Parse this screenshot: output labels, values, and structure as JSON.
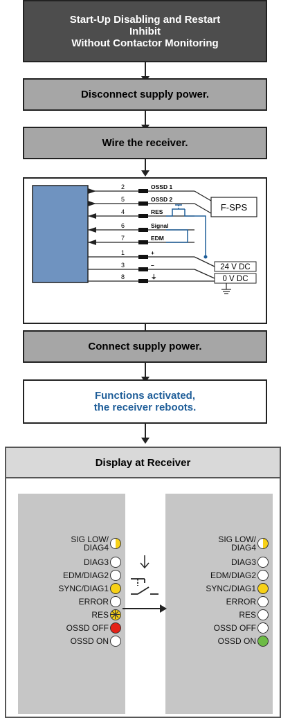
{
  "flow": {
    "title_lines": [
      "Start-Up Disabling and Restart",
      "Inhibit",
      "Without Contactor Monitoring"
    ],
    "step1": "Disconnect supply power.",
    "step2": "Wire the receiver.",
    "step3": "Connect supply power.",
    "step4_lines": [
      "Functions activated,",
      "the receiver reboots."
    ]
  },
  "wiring": {
    "pins": [
      {
        "num": "2",
        "label": "OSSD 1"
      },
      {
        "num": "5",
        "label": "OSSD 2"
      },
      {
        "num": "4",
        "label": "RES"
      },
      {
        "num": "6",
        "label": "Signal"
      },
      {
        "num": "7",
        "label": "EDM"
      },
      {
        "num": "1",
        "label": "+"
      },
      {
        "num": "3",
        "label": "–"
      },
      {
        "num": "8",
        "label": "⏚"
      }
    ],
    "controller_label": "F-SPS",
    "supply_plus": "24 V DC",
    "supply_minus": "0 V DC",
    "colors": {
      "receiver_block": "#6f93c0",
      "bridge_wire": "#1f5e99"
    }
  },
  "display": {
    "header": "Display at Receiver",
    "left_panel": [
      {
        "label": "SIG LOW/\nDIAG4",
        "state": "half-yellow"
      },
      {
        "label": "DIAG3",
        "state": "off"
      },
      {
        "label": "EDM/DIAG2",
        "state": "off"
      },
      {
        "label": "SYNC/DIAG1",
        "state": "yellow"
      },
      {
        "label": "ERROR",
        "state": "off"
      },
      {
        "label": "RES",
        "state": "flashing-yellow"
      },
      {
        "label": "OSSD OFF",
        "state": "red"
      },
      {
        "label": "OSSD ON",
        "state": "off"
      }
    ],
    "right_panel": [
      {
        "label": "SIG LOW/\nDIAG4",
        "state": "half-yellow"
      },
      {
        "label": "DIAG3",
        "state": "off"
      },
      {
        "label": "EDM/DIAG2",
        "state": "off"
      },
      {
        "label": "SYNC/DIAG1",
        "state": "yellow"
      },
      {
        "label": "ERROR",
        "state": "off"
      },
      {
        "label": "RES",
        "state": "off"
      },
      {
        "label": "OSSD OFF",
        "state": "off"
      },
      {
        "label": "OSSD ON",
        "state": "green"
      }
    ],
    "transition_icon": "press-button-icon",
    "led_colors": {
      "yellow": "#f7d117",
      "red": "#e32219",
      "green": "#6dbb45",
      "off": "#ffffff"
    }
  }
}
